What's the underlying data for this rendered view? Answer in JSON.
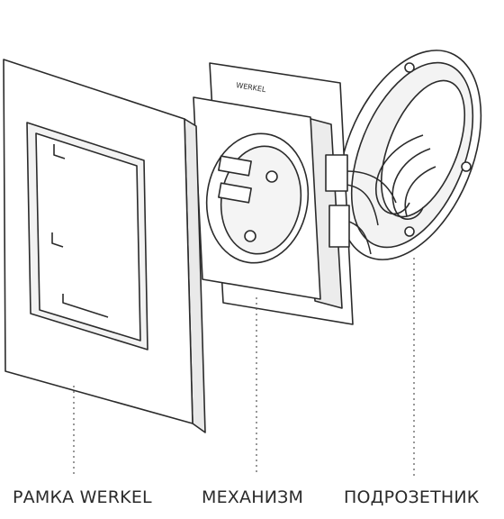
{
  "labels": {
    "frame": "РАМКА WERKEL",
    "mechanism": "МЕХАНИЗМ",
    "box": "ПОДРОЗЕТНИК"
  },
  "mechanism_brand": "WERKEL",
  "colors": {
    "stroke": "#2b2b2b",
    "fill": "#ffffff",
    "shade": "#ececec",
    "leader": "#555555"
  }
}
